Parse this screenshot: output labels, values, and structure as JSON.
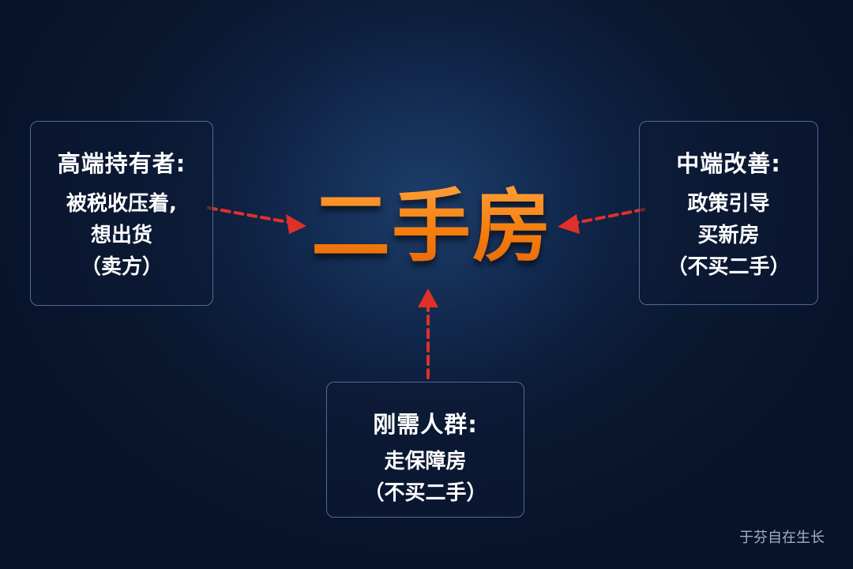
{
  "title": "二手房",
  "cards": {
    "left": {
      "heading": "高端持有者:",
      "lines": [
        "被税收压着,",
        "想出货",
        "（卖方）"
      ]
    },
    "right": {
      "heading": "中端改善:",
      "lines": [
        "政策引导",
        "买新房",
        "（不买二手）"
      ]
    },
    "bottom": {
      "heading": "刚需人群:",
      "lines": [
        "走保障房",
        "（不买二手）"
      ]
    }
  },
  "watermark": "于芬自在生长",
  "colors": {
    "accent_orange": "#f57c0c",
    "arrow_red": "#e0302a",
    "card_border": "#4e6a96",
    "background": "#0f2446"
  }
}
